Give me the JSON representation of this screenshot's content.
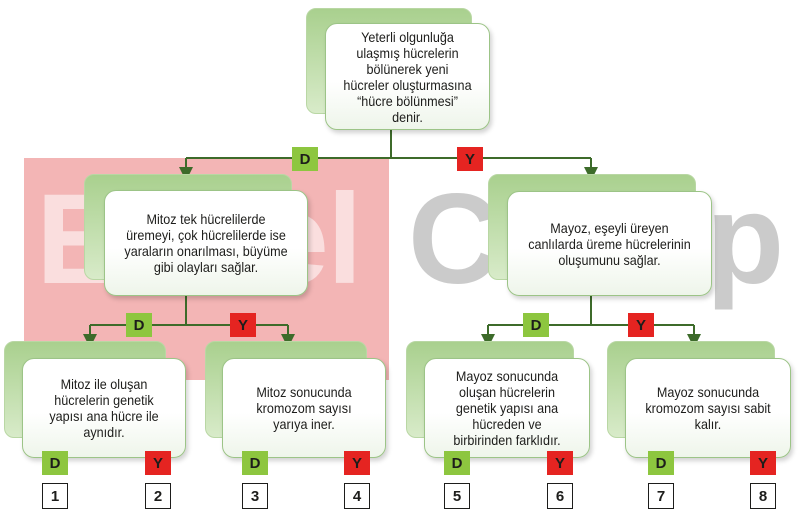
{
  "watermark": {
    "left": "Evvel",
    "right": "Cevap"
  },
  "labels": {
    "yes": "D",
    "no": "Y"
  },
  "colors": {
    "green_badge": "#8dc63f",
    "red_badge": "#e52421",
    "line": "#3d6b2a"
  },
  "root": {
    "text": "Yeterli olgunluğa ulaşmış hücrelerin bölünerek yeni hücreler oluşturmasına “hücre bölünmesi” denir."
  },
  "branch_d": {
    "text": "Mitoz tek hücrelilerde üremeyi, çok hücrelilerde ise yaraların onarılması, büyüme gibi olayları sağlar."
  },
  "branch_y": {
    "text": "Mayoz, eşeyli üreyen canlılarda üreme hücrelerinin oluşumunu sağlar."
  },
  "leaf1": {
    "text": "Mitoz ile oluşan hücrelerin genetik yapısı ana hücre ile aynıdır."
  },
  "leaf2": {
    "text": "Mitoz sonucunda kromozom sayısı yarıya iner."
  },
  "leaf3": {
    "text": "Mayoz sonucunda oluşan hücrelerin genetik yapısı ana hücreden ve birbirinden farklıdır."
  },
  "leaf4": {
    "text": "Mayoz sonucunda kromozom sayısı sabit kalır."
  },
  "exits": [
    "1",
    "2",
    "3",
    "4",
    "5",
    "6",
    "7",
    "8"
  ]
}
